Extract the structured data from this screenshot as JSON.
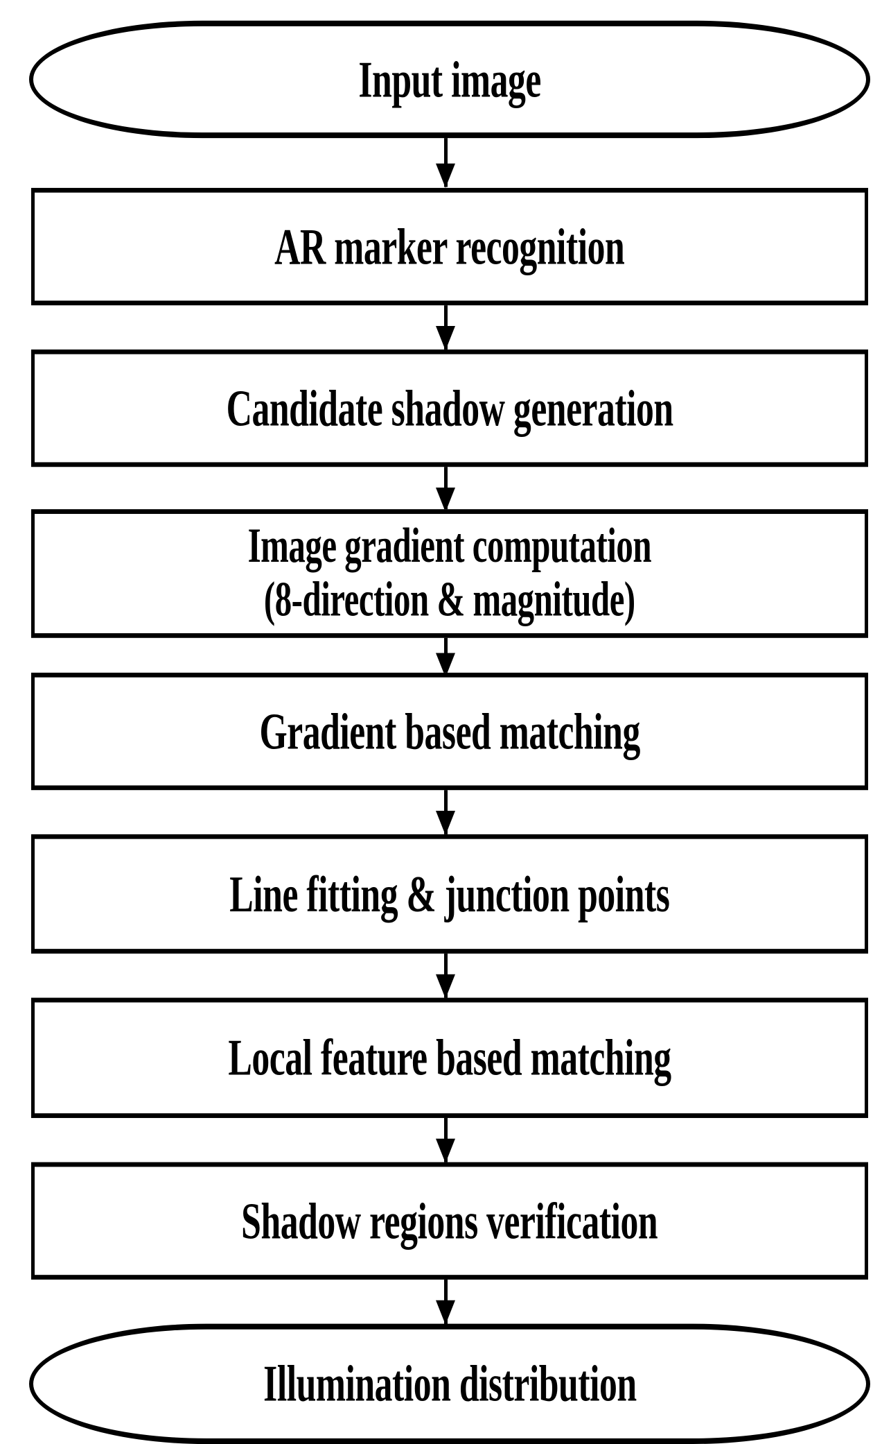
{
  "diagram": {
    "type": "flowchart",
    "orientation": "top-to-bottom",
    "title": "",
    "colors": {
      "stroke": "#000000",
      "fill": "#ffffff",
      "text": "#000000"
    },
    "nodes": [
      {
        "id": "input-image",
        "shape": "terminator",
        "label": "Input image"
      },
      {
        "id": "ar-marker-recognition",
        "shape": "process",
        "label": "AR marker recognition"
      },
      {
        "id": "candidate-shadow-generation",
        "shape": "process",
        "label": "Candidate shadow generation"
      },
      {
        "id": "image-gradient-computation",
        "shape": "process",
        "label": "Image gradient computation\n(8-direction & magnitude)"
      },
      {
        "id": "gradient-based-matching",
        "shape": "process",
        "label": "Gradient based matching"
      },
      {
        "id": "line-fitting-junction-points",
        "shape": "process",
        "label": "Line fitting & junction points"
      },
      {
        "id": "local-feature-based-matching",
        "shape": "process",
        "label": "Local feature based matching"
      },
      {
        "id": "shadow-regions-verification",
        "shape": "process",
        "label": "Shadow regions verification"
      },
      {
        "id": "illumination-distribution",
        "shape": "terminator",
        "label": "Illumination distribution"
      }
    ],
    "edges": [
      {
        "from": "input-image",
        "to": "ar-marker-recognition",
        "arrow": "down"
      },
      {
        "from": "ar-marker-recognition",
        "to": "candidate-shadow-generation",
        "arrow": "down"
      },
      {
        "from": "candidate-shadow-generation",
        "to": "image-gradient-computation",
        "arrow": "down"
      },
      {
        "from": "image-gradient-computation",
        "to": "gradient-based-matching",
        "arrow": "down"
      },
      {
        "from": "gradient-based-matching",
        "to": "line-fitting-junction-points",
        "arrow": "down"
      },
      {
        "from": "line-fitting-junction-points",
        "to": "local-feature-based-matching",
        "arrow": "down"
      },
      {
        "from": "local-feature-based-matching",
        "to": "shadow-regions-verification",
        "arrow": "down"
      },
      {
        "from": "shadow-regions-verification",
        "to": "illumination-distribution",
        "arrow": "down"
      }
    ]
  }
}
